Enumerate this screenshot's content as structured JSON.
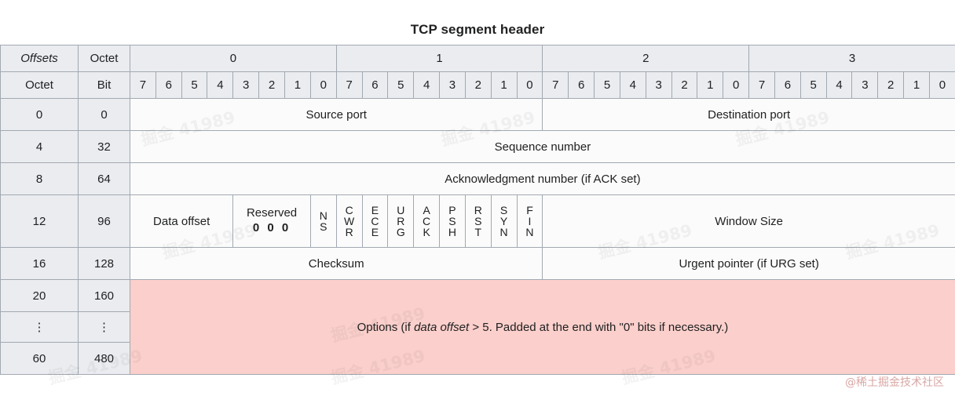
{
  "title": "TCP segment header",
  "header": {
    "offsets_label": "Offsets",
    "octet_label_top": "Octet",
    "octet_label_left": "Octet",
    "bit_label": "Bit",
    "octet_groups": [
      "0",
      "1",
      "2",
      "3"
    ],
    "bit_numbers": [
      "7",
      "6",
      "5",
      "4",
      "3",
      "2",
      "1",
      "0",
      "7",
      "6",
      "5",
      "4",
      "3",
      "2",
      "1",
      "0",
      "7",
      "6",
      "5",
      "4",
      "3",
      "2",
      "1",
      "0",
      "7",
      "6",
      "5",
      "4",
      "3",
      "2",
      "1",
      "0"
    ]
  },
  "rows": [
    {
      "octet": "0",
      "bit": "0"
    },
    {
      "octet": "4",
      "bit": "32"
    },
    {
      "octet": "8",
      "bit": "64"
    },
    {
      "octet": "12",
      "bit": "96"
    },
    {
      "octet": "16",
      "bit": "128"
    },
    {
      "octet": "20",
      "bit": "160"
    },
    {
      "octet": "⋮",
      "bit": "⋮"
    },
    {
      "octet": "60",
      "bit": "480"
    }
  ],
  "fields": {
    "source_port": "Source port",
    "destination_port": "Destination port",
    "sequence_number": "Sequence number",
    "acknowledgment_number": "Acknowledgment number (if ACK set)",
    "data_offset": "Data offset",
    "reserved": "Reserved",
    "reserved_bits": "0 0 0",
    "window_size": "Window Size",
    "checksum": "Checksum",
    "urgent_pointer": "Urgent pointer (if URG set)",
    "options_prefix": "Options (if ",
    "options_italic": "data offset",
    "options_suffix": " > 5. Padded at the end with \"0\" bits if necessary.)"
  },
  "flags": [
    {
      "name": "NS",
      "letters": [
        "N",
        "S"
      ]
    },
    {
      "name": "CWR",
      "letters": [
        "C",
        "W",
        "R"
      ]
    },
    {
      "name": "ECE",
      "letters": [
        "E",
        "C",
        "E"
      ]
    },
    {
      "name": "URG",
      "letters": [
        "U",
        "R",
        "G"
      ]
    },
    {
      "name": "ACK",
      "letters": [
        "A",
        "C",
        "K"
      ]
    },
    {
      "name": "PSH",
      "letters": [
        "P",
        "S",
        "H"
      ]
    },
    {
      "name": "RST",
      "letters": [
        "R",
        "S",
        "T"
      ]
    },
    {
      "name": "SYN",
      "letters": [
        "S",
        "Y",
        "N"
      ]
    },
    {
      "name": "FIN",
      "letters": [
        "F",
        "I",
        "N"
      ]
    }
  ],
  "watermarks": {
    "repeated": "掘金 41989",
    "credit": "@稀土掘金技术社区"
  },
  "colors": {
    "header_bg": "#eaecf0",
    "cell_bg": "#fbfbfb",
    "border": "#a2a9b1",
    "options_bg": "#fbcfcb",
    "link_blue": "#0b47b3",
    "text": "#202122"
  }
}
